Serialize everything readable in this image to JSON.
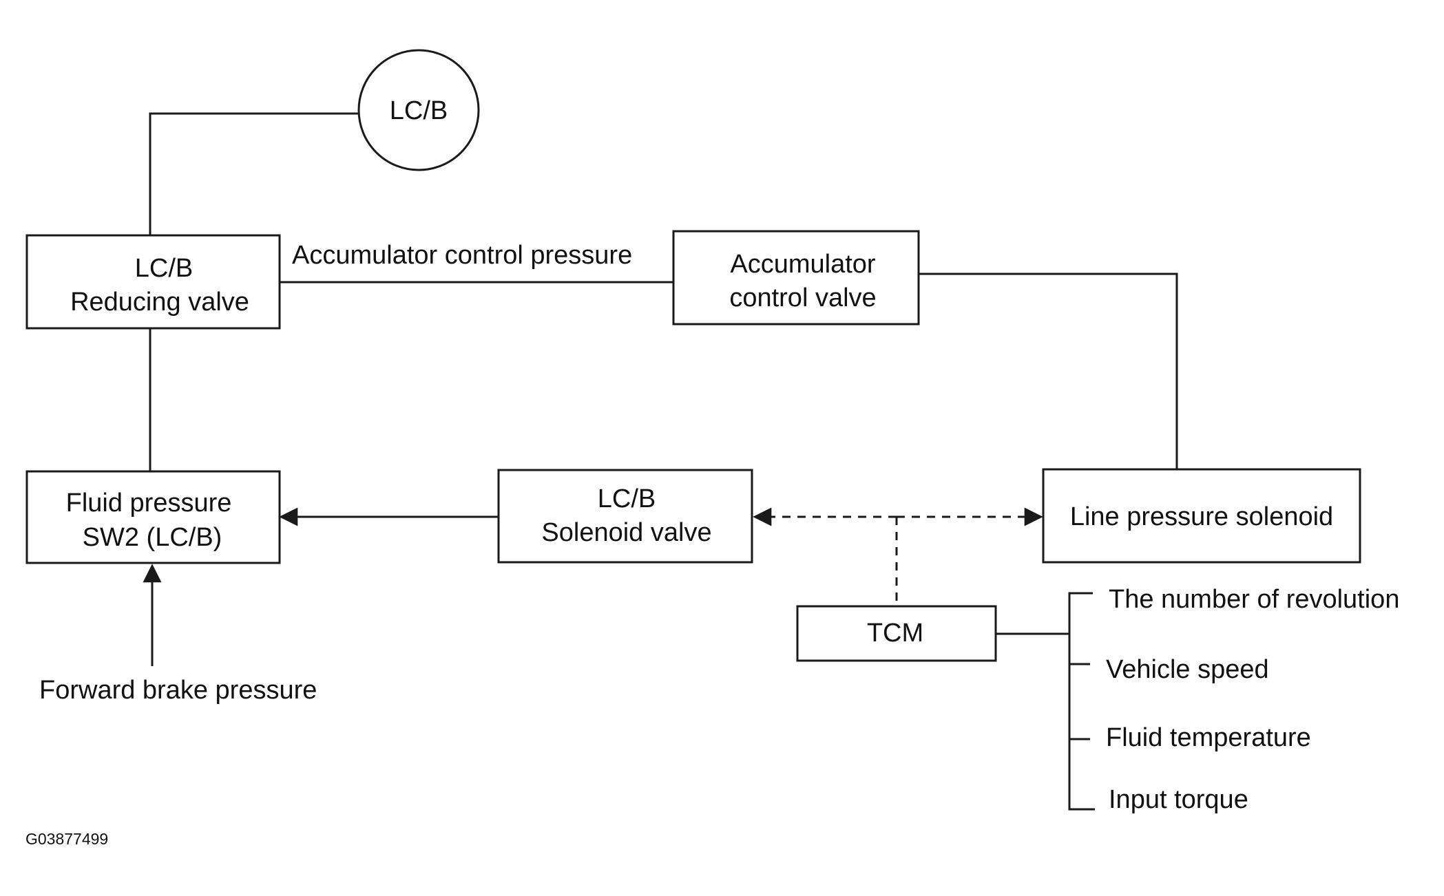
{
  "nodes": {
    "lcb_circle": {
      "label": "LC/B"
    },
    "reducing_valve": {
      "line1": "LC/B",
      "line2": "Reducing valve"
    },
    "accumulator_valve": {
      "line1": "Accumulator",
      "line2": "control valve"
    },
    "fluid_pressure_sw": {
      "line1": "Fluid pressure",
      "line2": "SW2 (LC/B)"
    },
    "solenoid_valve": {
      "line1": "LC/B",
      "line2": "Solenoid valve"
    },
    "line_pressure_solenoid": {
      "label": "Line pressure solenoid"
    },
    "tcm": {
      "label": "TCM"
    }
  },
  "edge_labels": {
    "accumulator_control_pressure": "Accumulator control pressure",
    "forward_brake_pressure": "Forward brake pressure"
  },
  "tcm_inputs": [
    "The number of revolution",
    "Vehicle speed",
    "Fluid temperature",
    "Input torque"
  ],
  "figure_code": "G03877499",
  "colors": {
    "ink": "#1a1a1a",
    "background": "#ffffff"
  }
}
